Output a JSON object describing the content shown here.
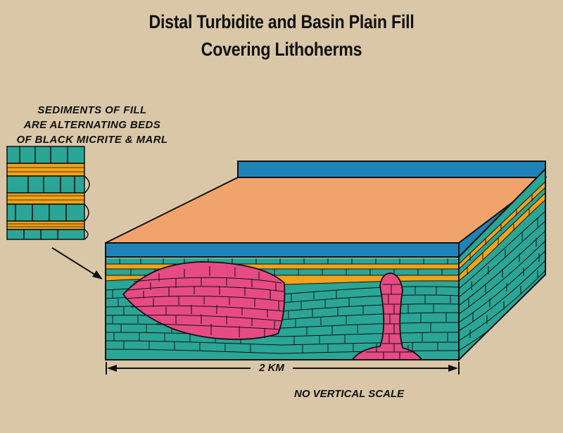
{
  "title_line1": "Distal Turbidite and Basin Plain Fill",
  "title_line2": "Covering Lithoherms",
  "inset_caption": [
    "SEDIMENTS OF FILL",
    "ARE ALTERNATING BEDS",
    "OF BLACK MICRITE & MARL"
  ],
  "scale_label": "2 KM",
  "vertical_scale_note": "NO VERTICAL SCALE",
  "colors": {
    "background": "#d9c7a8",
    "water_blue": "#1e84b8",
    "basin_plain_surface": "#f0a46c",
    "marl_orange": "#f2a21a",
    "micrite_teal": "#2aa596",
    "lithoherm_pink": "#e64b84",
    "outline": "#111111"
  }
}
